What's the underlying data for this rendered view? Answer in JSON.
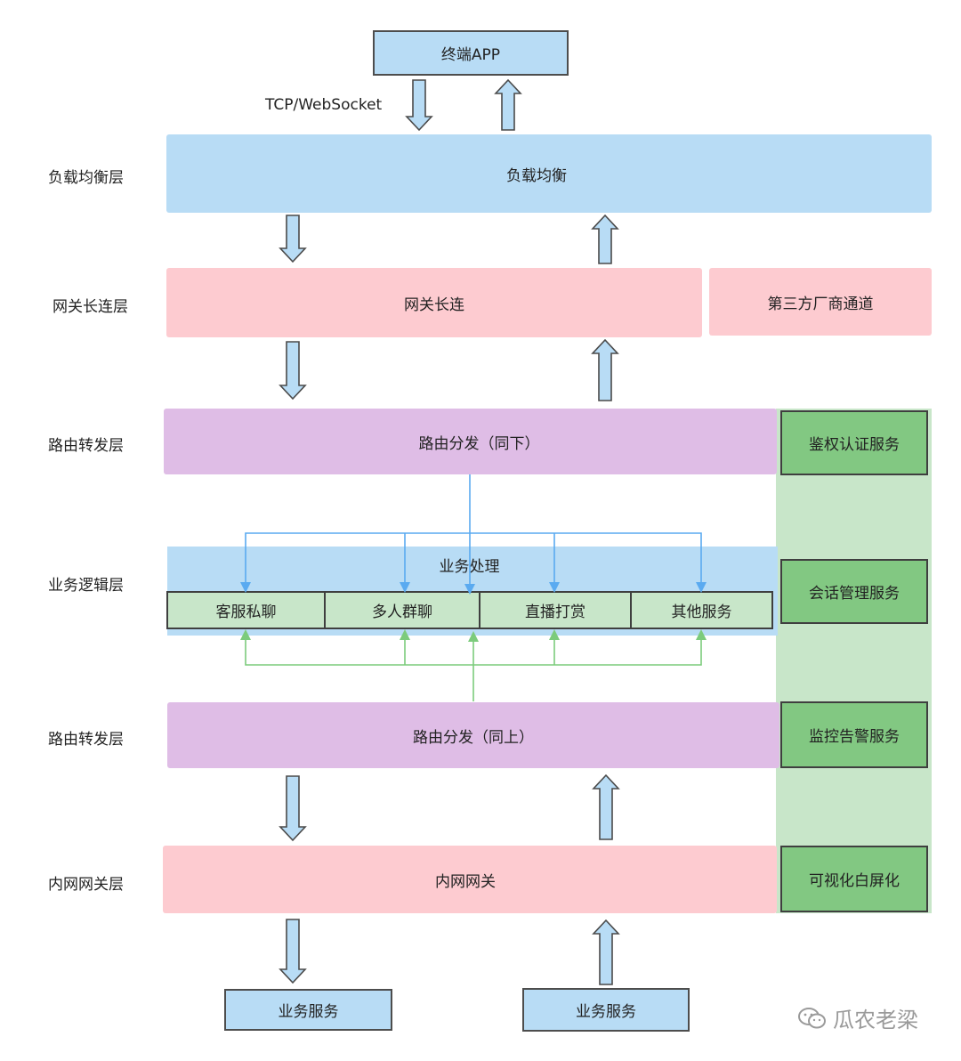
{
  "top": {
    "client": "终端APP",
    "protocol": "TCP/WebSocket"
  },
  "layers": {
    "load_balance": "负载均衡层",
    "gateway": "网关长连层",
    "routing_top": "路由转发层",
    "business": "业务逻辑层",
    "routing_bottom": "路由转发层",
    "internal_gateway": "内网网关层"
  },
  "blocks": {
    "load_balance": "负载均衡",
    "gateway": "网关长连",
    "third_party": "第三方厂商通道",
    "routing_top": "路由分发（同下）",
    "business": "业务处理",
    "routing_bottom": "路由分发（同上）",
    "internal_gateway": "内网网关"
  },
  "business_items": [
    "客服私聊",
    "多人群聊",
    "直播打赏",
    "其他服务"
  ],
  "side_services": [
    "鉴权认证服务",
    "会话管理服务",
    "监控告警服务",
    "可视化白屏化"
  ],
  "bottom": [
    "业务服务",
    "业务服务"
  ],
  "watermark": "瓜农老梁",
  "colors": {
    "blue": "#b8dcf5",
    "pink": "#fdcbd0",
    "purple": "#dfbde6",
    "light_green": "#c8e6c9",
    "service_green": "#82c882",
    "down_line": "#5aaaf0",
    "up_line": "#7ccb7c"
  }
}
